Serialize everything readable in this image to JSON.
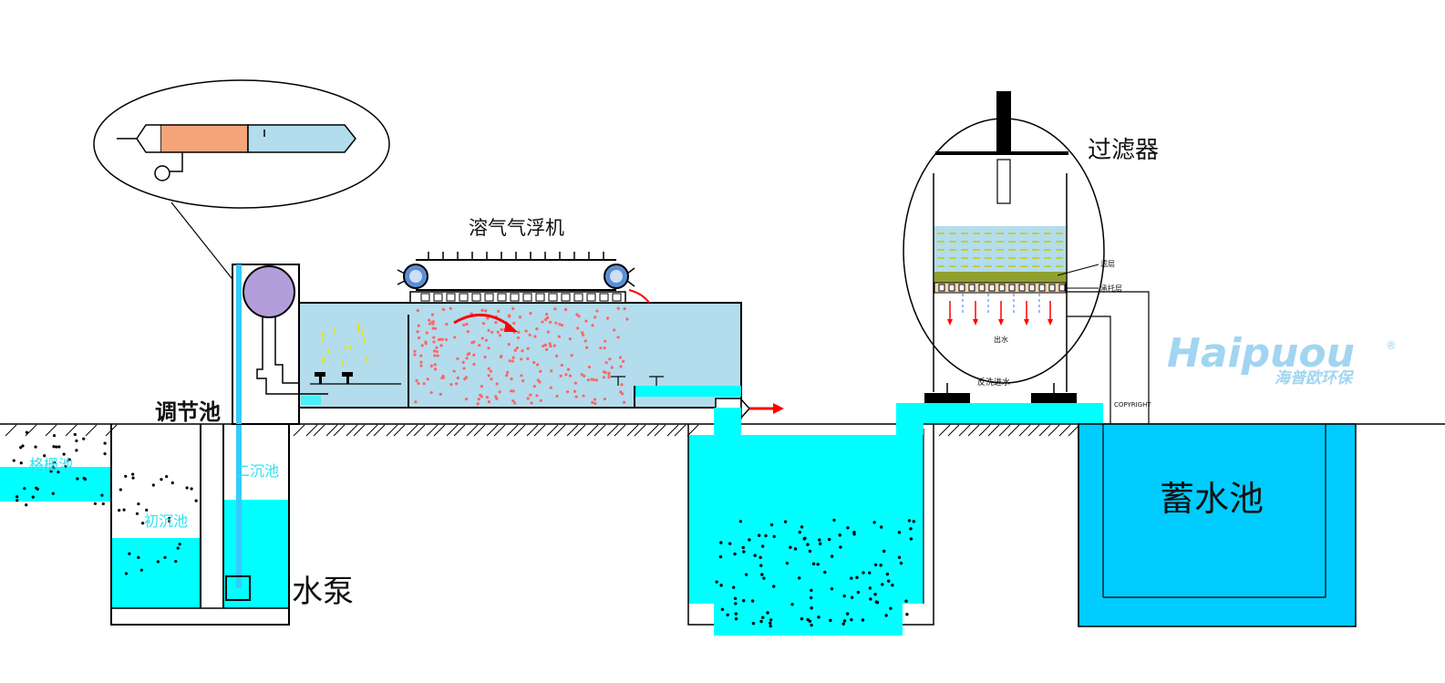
{
  "labels": {
    "daf": "溶气气浮机",
    "filter": "过滤器",
    "regulating_tank": "调节池",
    "grid_tank": "格栅池",
    "primary_settling": "初沉池",
    "secondary_settling": "二沉池",
    "pump": "水泵",
    "reservoir": "蓄水池"
  },
  "filter_small_labels": {
    "layer_a": "滤层",
    "layer_b": "承托层",
    "outlet": "出水",
    "bottom": "反洗进水",
    "copyright": "COPYRIGHT"
  },
  "brand": {
    "logo_text": "Haipuou",
    "registered": "®",
    "tagline": "海普欧环保"
  },
  "colors": {
    "water_light": "#b3dcec",
    "water_cyan": "#00ffff",
    "water_blue": "#00ccff",
    "pipe_blue": "#33ccff",
    "bubble": "#ff6666",
    "arrow_red": "#ff0000",
    "pump_ball": "#b39ddb",
    "pump_body": "#f4a57a",
    "media_green": "#8fa030",
    "logo_blue": "#55b3e6"
  },
  "icons": [
    "pump-icon",
    "scraper-roller-icon",
    "flow-arrow-icon",
    "outlet-arrow-icon"
  ]
}
